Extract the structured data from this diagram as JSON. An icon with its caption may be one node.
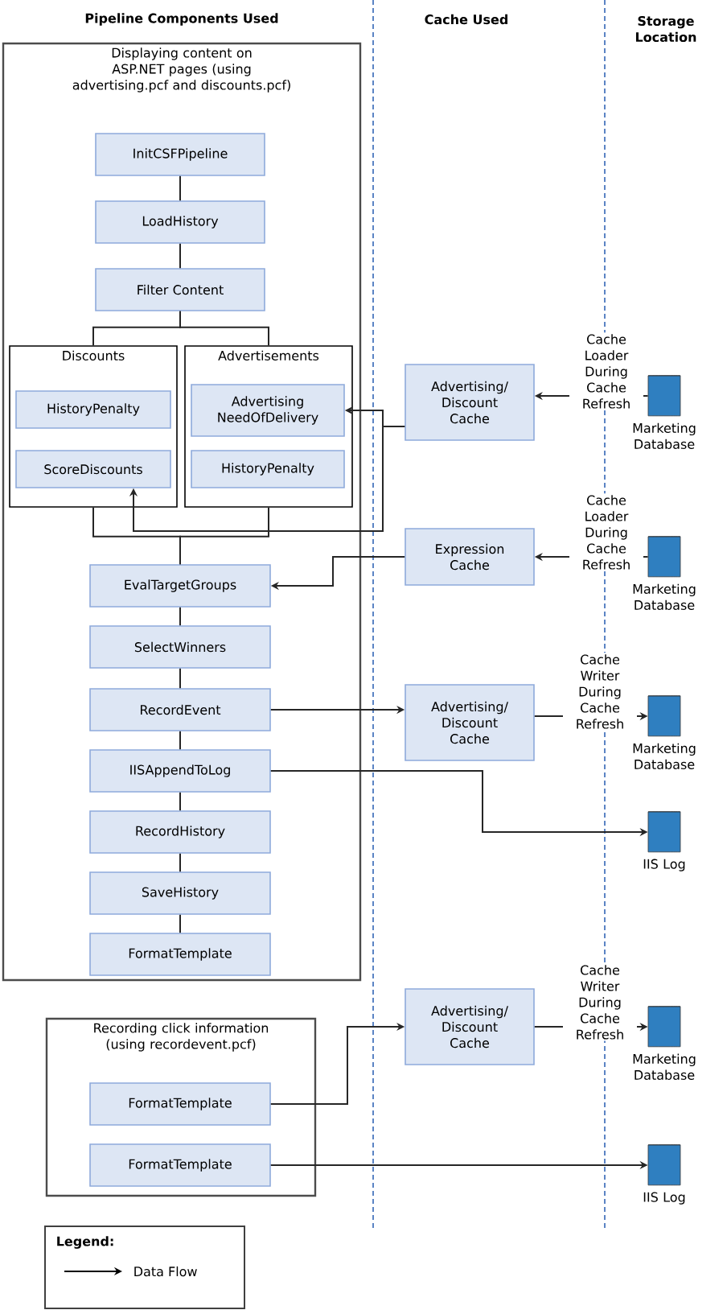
{
  "diagram": {
    "nodes": [
      {
        "text": [
          "Displaying content on ASP.NET pages (using advertising.pcf and discounts.pcf)"
        ]
      },
      {
        "text": [
          "InitCSFPipeline"
        ],
        "in": 0
      },
      {
        "text": [
          "LoadHistory"
        ],
        "in": 0
      },
      {
        "text": [
          "Filter Content"
        ],
        "in": 0
      },
      {
        "text": [
          "Discounts"
        ],
        "in": 0
      },
      {
        "text": [
          "HistoryPenalty"
        ],
        "in": 4
      },
      {
        "text": [
          "ScoreDiscounts"
        ],
        "in": 4
      },
      {
        "text": [
          "Advertisements"
        ],
        "in": 0
      },
      {
        "text": [
          "Advertising NeedOfDelivery"
        ],
        "in": 7
      },
      {
        "text": [
          "HistoryPenalty"
        ],
        "in": 7
      },
      {
        "text": [
          "EvalTargetGroups"
        ],
        "in": 0
      },
      {
        "text": [
          "SelectWinners"
        ],
        "in": 0
      },
      {
        "text": [
          "RecordEvent"
        ],
        "in": 0
      },
      {
        "text": [
          "IISAppendToLog"
        ],
        "in": 0
      },
      {
        "text": [
          "RecordHistory"
        ],
        "in": 0
      },
      {
        "text": [
          "SaveHistory"
        ],
        "in": 0
      },
      {
        "text": [
          "FormatTemplate"
        ],
        "in": 0
      },
      {
        "text": [
          "Recording click information (using recordevent.pcf)"
        ]
      },
      {
        "text": [
          "FormatTemplate"
        ],
        "in": 17
      },
      {
        "text": [
          "FormatTemplate"
        ],
        "in": 17
      },
      {
        "text": [
          "Advertising/ Discount Cache"
        ]
      },
      {
        "text": [
          "Expression Cache"
        ]
      },
      {
        "text": [
          "Advertising/ Discount Cache"
        ]
      },
      {
        "text": [
          "Advertising/ Discount Cache"
        ]
      },
      {
        "text": [],
        "shape": "cylinder",
        "beside": [
          "Marketing Database"
        ]
      },
      {
        "text": [],
        "shape": "cylinder",
        "beside": [
          "Marketing Database"
        ]
      },
      {
        "text": [],
        "shape": "cylinder",
        "beside": [
          "Marketing Database"
        ]
      },
      {
        "text": [],
        "shape": "cylinder",
        "beside": [
          "IIS Log"
        ]
      },
      {
        "text": [],
        "shape": "cylinder",
        "beside": [
          "Marketing Database"
        ]
      },
      {
        "text": [],
        "shape": "cylinder",
        "beside": [
          "IIS Log"
        ]
      }
    ],
    "edges": [
      {
        "from": 1,
        "to": 2,
        "arrow": "none"
      },
      {
        "from": 2,
        "to": 3,
        "arrow": "none"
      },
      {
        "from": 3,
        "to": 4,
        "arrow": "none"
      },
      {
        "from": 3,
        "to": 7,
        "arrow": "none"
      },
      {
        "from": 4,
        "to": 10,
        "arrow": "none"
      },
      {
        "from": 7,
        "to": 10,
        "arrow": "none"
      },
      {
        "from": 10,
        "to": 11,
        "arrow": "none"
      },
      {
        "from": 11,
        "to": 12,
        "arrow": "none"
      },
      {
        "from": 12,
        "to": 13,
        "arrow": "none"
      },
      {
        "from": 13,
        "to": 14,
        "arrow": "none"
      },
      {
        "from": 14,
        "to": 15,
        "arrow": "none"
      },
      {
        "from": 15,
        "to": 16,
        "arrow": "none"
      },
      {
        "from": 20,
        "to": 8,
        "arrow": "to"
      },
      {
        "from": 20,
        "to": 6,
        "arrow": "to"
      },
      {
        "from": 21,
        "to": 10,
        "arrow": "to"
      },
      {
        "from": 24,
        "to": 20,
        "arrow": "to",
        "label": "Cache Loader During Cache Refresh"
      },
      {
        "from": 25,
        "to": 21,
        "arrow": "to",
        "label": "Cache Loader During Cache Refresh"
      },
      {
        "from": 12,
        "to": 22,
        "arrow": "to"
      },
      {
        "from": 22,
        "to": 26,
        "arrow": "to",
        "label": "Cache Writer During Cache Refresh"
      },
      {
        "from": 13,
        "to": 27,
        "arrow": "to"
      },
      {
        "from": 18,
        "to": 23,
        "arrow": "to"
      },
      {
        "from": 23,
        "to": 28,
        "arrow": "to",
        "label": "Cache Writer During Cache Refresh"
      },
      {
        "from": 19,
        "to": 29,
        "arrow": "to"
      }
    ],
    "labels": [
      "Pipeline Components Used",
      "Cache Used",
      "Storage Location",
      "Legend:"
    ],
    "legend": [
      {
        "text": "Data Flow"
      }
    ]
  }
}
